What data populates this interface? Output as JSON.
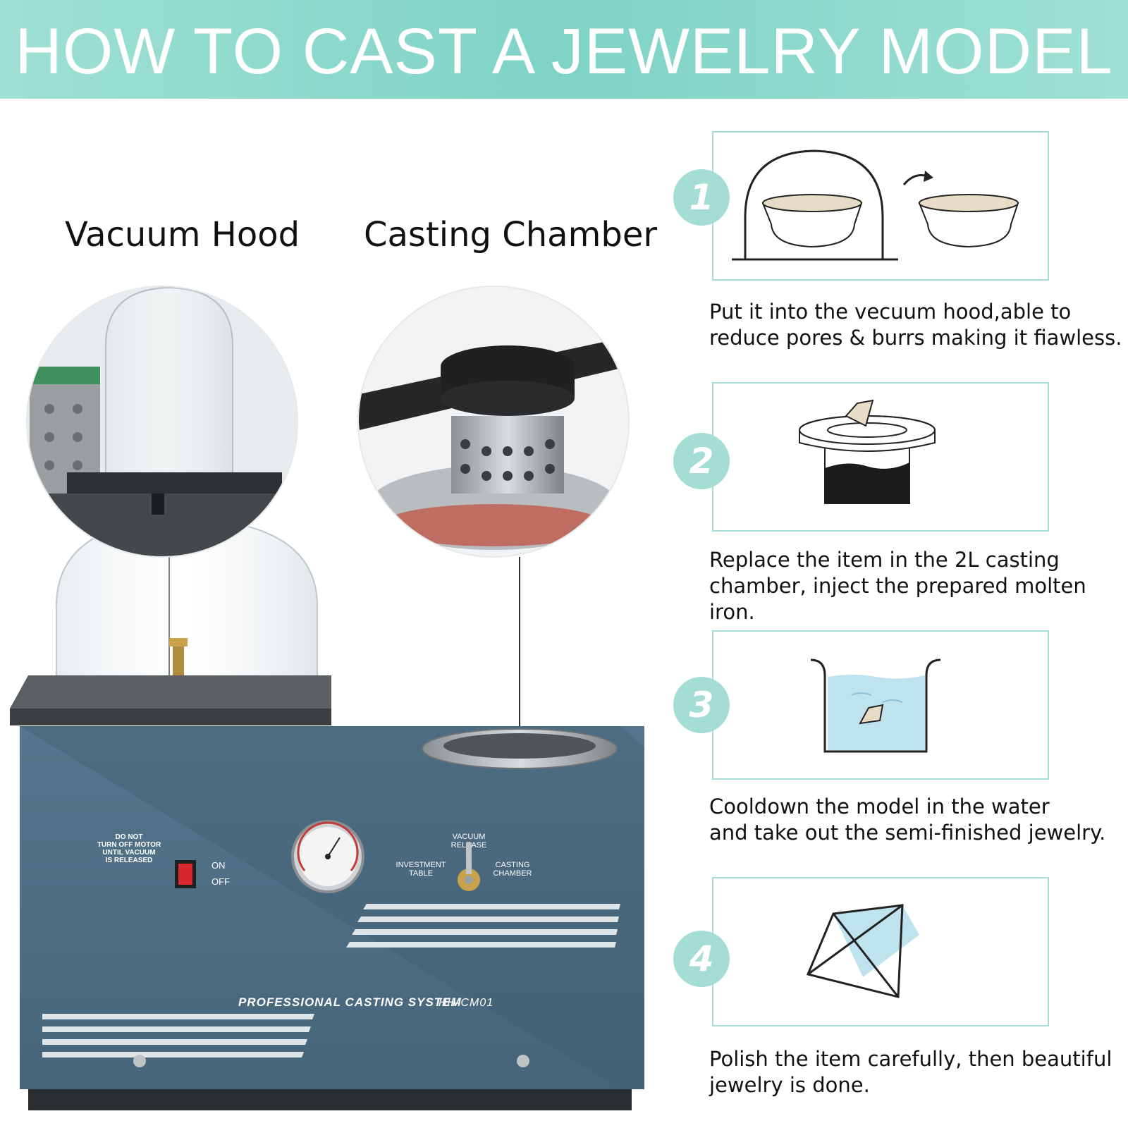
{
  "banner": {
    "title": "HOW TO CAST A JEWELRY MODEL"
  },
  "labels": {
    "vacuum_hood": "Vacuum Hood",
    "casting_chamber": "Casting Chamber"
  },
  "machine": {
    "warning": [
      "DO NOT",
      "TURN OFF MOTOR",
      "UNTIL VACUUM",
      "IS RELEASED"
    ],
    "switch_on": "ON",
    "switch_off": "OFF",
    "valve_top": [
      "VACUUM",
      "RELEASE"
    ],
    "valve_left": [
      "INVESTMENT",
      "TABLE"
    ],
    "valve_right": [
      "CASTING",
      "CHAMBER"
    ],
    "brand": "PROFESSIONAL CASTING SYSTEM",
    "model": "HH-CM01",
    "colors": {
      "body": "#4a6b82",
      "accent": "#a4ddd4"
    }
  },
  "steps": [
    {
      "number": "1",
      "lines": [
        "Put it into the vecuum hood,able to",
        "reduce pores & burrs making it fiawless."
      ]
    },
    {
      "number": "2",
      "lines": [
        "Replace the item in the 2L casting",
        "chamber, inject the prepared molten iron."
      ]
    },
    {
      "number": "3",
      "lines": [
        "Cooldown the model in the water",
        "and take out the semi-finished jewelry."
      ]
    },
    {
      "number": "4",
      "lines": [
        "Polish the item carefully, then beautiful",
        "jewelry is done."
      ]
    }
  ]
}
